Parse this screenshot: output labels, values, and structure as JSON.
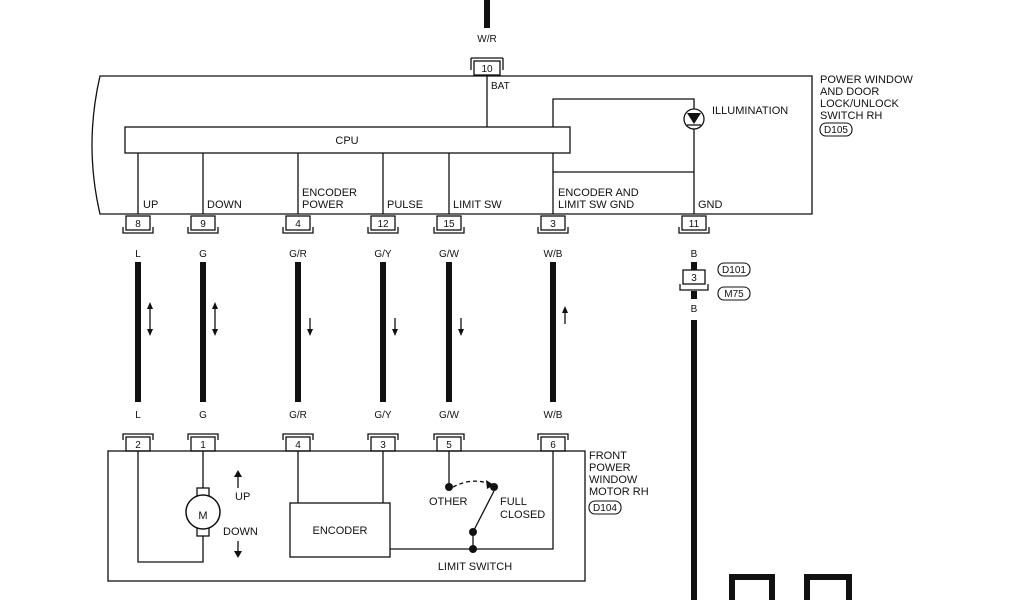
{
  "top_wire": {
    "color": "W/R",
    "pin": "10",
    "pin_label": "BAT"
  },
  "switch_module": {
    "title_lines": [
      "POWER WINDOW",
      "AND DOOR",
      "LOCK/UNLOCK",
      "SWITCH RH"
    ],
    "connector": "D105",
    "cpu_label": "CPU",
    "illumination_label": "ILLUMINATION",
    "pins": [
      {
        "label": [
          "UP"
        ],
        "pin": "8"
      },
      {
        "label": [
          "DOWN"
        ],
        "pin": "9"
      },
      {
        "label": [
          "ENCODER",
          "POWER"
        ],
        "pin": "4"
      },
      {
        "label": [
          "PULSE"
        ],
        "pin": "12"
      },
      {
        "label": [
          "LIMIT SW"
        ],
        "pin": "15"
      },
      {
        "label": [
          "ENCODER AND",
          "LIMIT SW GND"
        ],
        "pin": "3"
      },
      {
        "label": [
          "GND"
        ],
        "pin": "11"
      }
    ]
  },
  "wires": [
    {
      "color": "L",
      "arrow": "both"
    },
    {
      "color": "G",
      "arrow": "both"
    },
    {
      "color": "G/R",
      "arrow": "down"
    },
    {
      "color": "G/Y",
      "arrow": "down"
    },
    {
      "color": "G/W",
      "arrow": "down"
    },
    {
      "color": "W/B",
      "arrow": "up"
    }
  ],
  "ground_branch": {
    "color_top": "B",
    "pin": "3",
    "connectors": [
      "D101",
      "M75"
    ],
    "color_bottom": "B"
  },
  "motor_module": {
    "title_lines": [
      "FRONT",
      "POWER",
      "WINDOW",
      "MOTOR RH"
    ],
    "connector": "D104",
    "pins": [
      "2",
      "1",
      "4",
      "3",
      "5",
      "6"
    ],
    "motor_symbol": "M",
    "up_label": "UP",
    "down_label": "DOWN",
    "encoder_label": "ENCODER",
    "other_label": "OTHER",
    "full_closed_lines": [
      "FULL",
      "CLOSED"
    ],
    "limit_switch_label": "LIMIT SWITCH"
  }
}
